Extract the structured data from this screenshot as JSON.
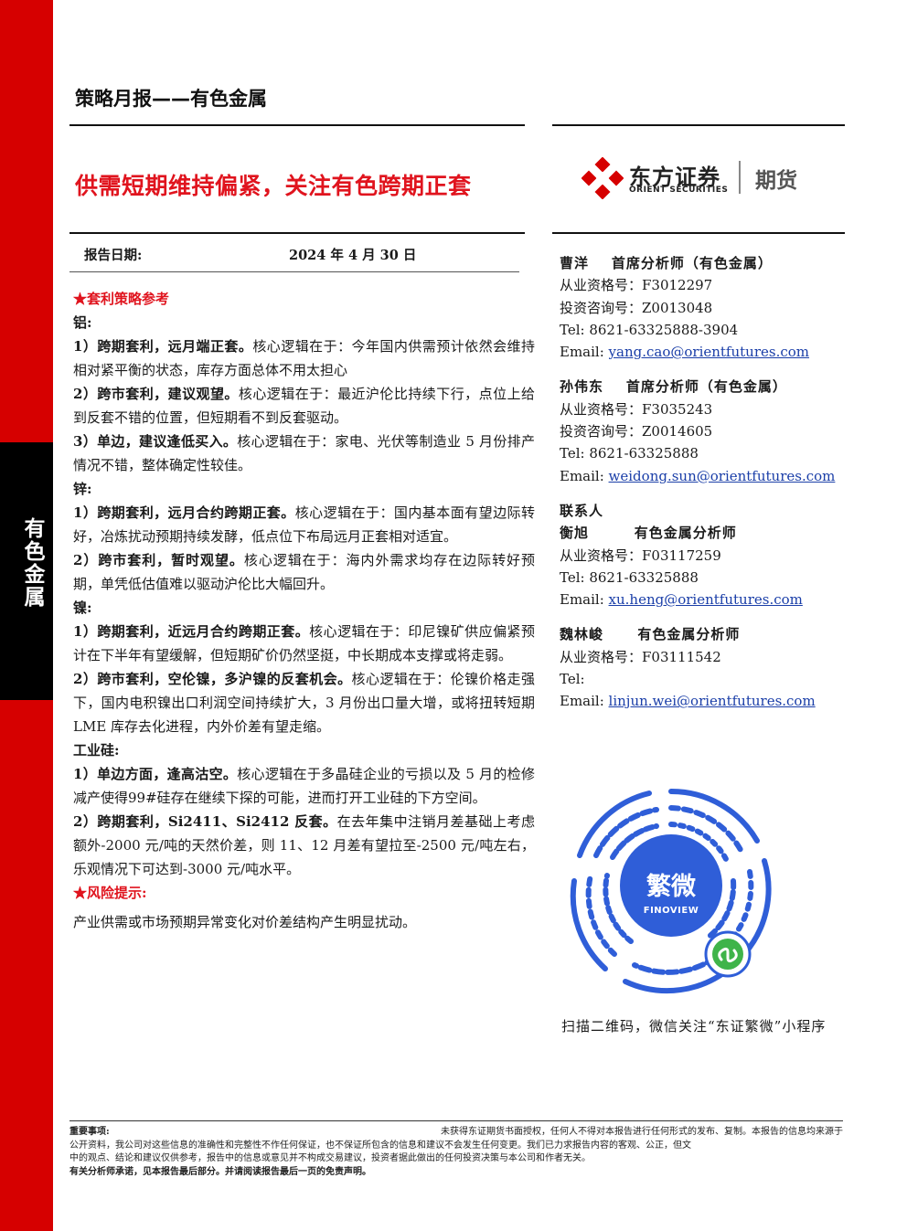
{
  "side_label": "有色金属",
  "header": {
    "title": "策略月报——有色金属"
  },
  "report": {
    "title": "供需短期维持偏紧，关注有色跨期正套",
    "date_label": "报告日期:",
    "date_value": "2024 年 4 月 30 日"
  },
  "logo": {
    "name_cn": "东方证券",
    "name_en": "ORIENT SECURITIES",
    "suffix": "期货"
  },
  "strategy": {
    "heading": "套利策略参考",
    "sections": [
      {
        "name": "铝:",
        "items": [
          {
            "bold": "1）跨期套利，远月端正套。",
            "text": "核心逻辑在于：今年国内供需预计依然会维持相对紧平衡的状态，库存方面总体不用太担心"
          },
          {
            "bold": "2）跨市套利，建议观望。",
            "text": "核心逻辑在于：最近沪伦比持续下行，点位上给到反套不错的位置，但短期看不到反套驱动。"
          },
          {
            "bold": "3）单边，建议逢低买入。",
            "text": "核心逻辑在于：家电、光伏等制造业 5 月份排产情况不错，整体确定性较佳。"
          }
        ]
      },
      {
        "name": "锌:",
        "items": [
          {
            "bold": "1）跨期套利，远月合约跨期正套。",
            "text": "核心逻辑在于：国内基本面有望边际转好，冶炼扰动预期持续发酵，低点位下布局远月正套相对适宜。"
          },
          {
            "bold": "2）跨市套利，暂时观望。",
            "text": "核心逻辑在于：海内外需求均存在边际转好预期，单凭低估值难以驱动沪伦比大幅回升。"
          }
        ]
      },
      {
        "name": "镍:",
        "items": [
          {
            "bold": "1）跨期套利，近远月合约跨期正套。",
            "text": "核心逻辑在于：印尼镍矿供应偏紧预计在下半年有望缓解，但短期矿价仍然坚挺，中长期成本支撑或将走弱。"
          },
          {
            "bold": "2）跨市套利，空伦镍，多沪镍的反套机会。",
            "text": "核心逻辑在于：伦镍价格走强下，国内电积镍出口利润空间持续扩大，3 月份出口量大增，或将扭转短期 LME 库存去化进程，内外价差有望走缩。"
          }
        ]
      },
      {
        "name": "工业硅:",
        "items": [
          {
            "bold": "1）单边方面，逢高沽空。",
            "text": "核心逻辑在于多晶硅企业的亏损以及 5 月的检修减产使得99#硅存在继续下探的可能，进而打开工业硅的下方空间。"
          },
          {
            "bold": "2）跨期套利，Si2411、Si2412 反套。",
            "text": "在去年集中注销月差基础上考虑额外-2000 元/吨的天然价差，则 11、12 月差有望拉至-2500 元/吨左右，乐观情况下可达到-3000 元/吨水平。"
          }
        ]
      }
    ],
    "risk_heading": "风险提示:",
    "risk_text": "产业供需或市场预期异常变化对价差结构产生明显扰动。"
  },
  "analysts": [
    {
      "name": "曹洋",
      "title": "首席分析师（有色金属）",
      "cert": "从业资格号：F3012297",
      "advisory": "投资咨询号：Z0013048",
      "tel": "Tel: 8621-63325888-3904",
      "email_label": "Email: ",
      "email": "yang.cao@orientfutures.com"
    },
    {
      "name": "孙伟东",
      "title": "首席分析师（有色金属）",
      "cert": "从业资格号：F3035243",
      "advisory": "投资咨询号：Z0014605",
      "tel": "Tel:  8621-63325888",
      "email_label": "Email: ",
      "email": "weidong.sun@orientfutures.com"
    }
  ],
  "contacts_heading": "联系人",
  "contacts": [
    {
      "name": "衡旭",
      "title": "有色金属分析师",
      "cert": "从业资格号：F03117259",
      "tel": "Tel:  8621-63325888",
      "email_label": "Email: ",
      "email": "xu.heng@orientfutures.com"
    },
    {
      "name": "魏林峻",
      "title": "有色金属分析师",
      "cert": "从业资格号：F03111542",
      "tel": "Tel:",
      "email_label": "Email: ",
      "email": "linjun.wei@orientfutures.com"
    }
  ],
  "qr": {
    "center_text": "繁微",
    "center_sub": "FINOVIEW",
    "caption": "扫描二维码，微信关注“东证繁微”小程序"
  },
  "footer": {
    "label": "重要事项:",
    "line1_right": "未获得东证期货书面授权，任何人不得对本报告进行任何形式的发布、复制。本报告的信息均来源于",
    "line2": "公开资料，我公司对这些信息的准确性和完整性不作任何保证，也不保证所包含的信息和建议不会发生任何变更。我们已力求报告内容的客观、公正，但文",
    "line3": "中的观点、结论和建议仅供参考，报告中的信息或意见并不构成交易建议，投资者据此做出的任何投资决策与本公司和作者无关。",
    "line4": "有关分析师承诺，见本报告最后部分。并请阅读报告最后一页的免责声明。"
  },
  "colors": {
    "brand_red": "#d60000",
    "title_red": "#e0141e",
    "link_blue": "#1a3ea8"
  }
}
